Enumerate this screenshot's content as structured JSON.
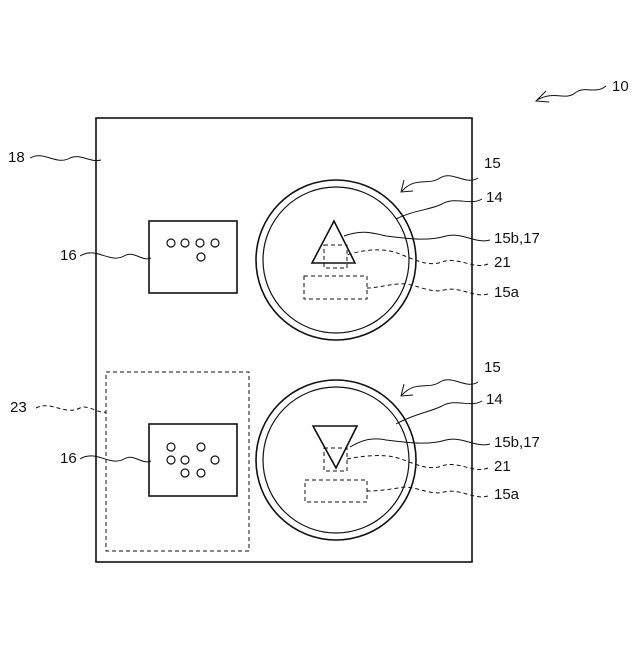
{
  "figure": {
    "device_ref": "10",
    "panel_ref": "18",
    "region_ref": "23",
    "units": [
      {
        "button_ref": "15",
        "ring_ref": "14",
        "symbol_ref": "15b,17",
        "inner_ref": "21",
        "lower_ref": "15a",
        "display_ref": "16",
        "direction": "up"
      },
      {
        "button_ref": "15",
        "ring_ref": "14",
        "symbol_ref": "15b,17",
        "inner_ref": "21",
        "lower_ref": "15a",
        "display_ref": "16",
        "direction": "down"
      }
    ]
  }
}
